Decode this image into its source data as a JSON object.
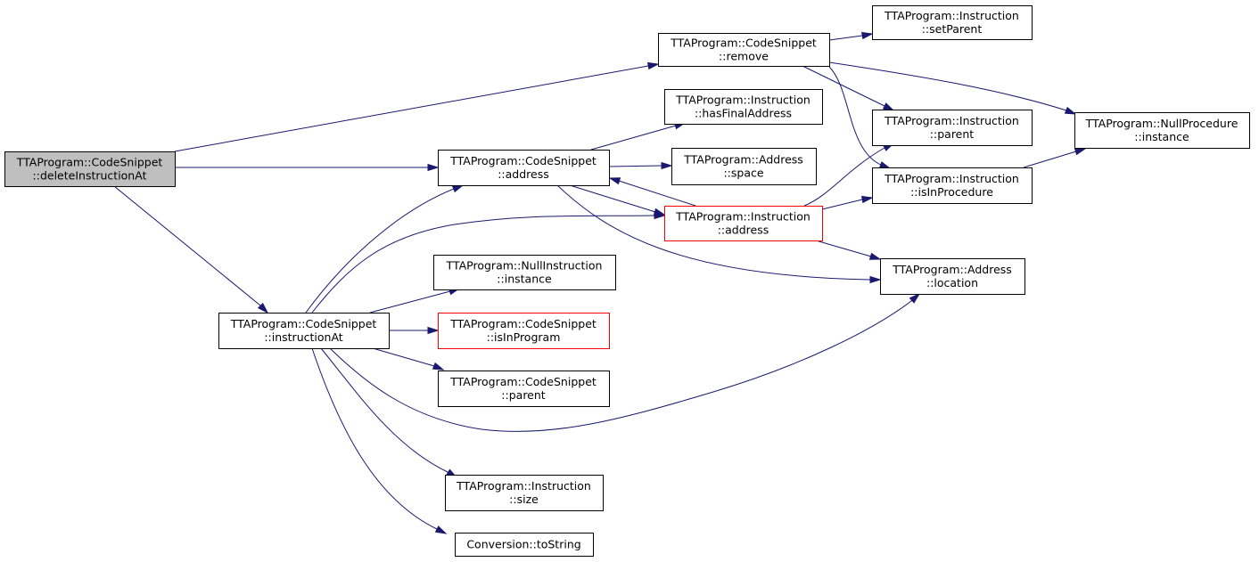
{
  "colors": {
    "edge": "#191970",
    "border": "#000000",
    "border_highlight": "#ff0000",
    "root_fill": "#bfbfbf",
    "node_fill": "#ffffff"
  },
  "nodes": [
    {
      "id": "deleteInstructionAt",
      "line1": "TTAProgram::CodeSnippet",
      "line2": "::deleteInstructionAt",
      "style": "root"
    },
    {
      "id": "cs_remove",
      "line1": "TTAProgram::CodeSnippet",
      "line2": "::remove",
      "style": "normal"
    },
    {
      "id": "cs_address",
      "line1": "TTAProgram::CodeSnippet",
      "line2": "::address",
      "style": "normal"
    },
    {
      "id": "cs_instructionAt",
      "line1": "TTAProgram::CodeSnippet",
      "line2": "::instructionAt",
      "style": "normal"
    },
    {
      "id": "instr_setParent",
      "line1": "TTAProgram::Instruction",
      "line2": "::setParent",
      "style": "normal"
    },
    {
      "id": "instr_hasFinalAddress",
      "line1": "TTAProgram::Instruction",
      "line2": "::hasFinalAddress",
      "style": "normal"
    },
    {
      "id": "instr_parent",
      "line1": "TTAProgram::Instruction",
      "line2": "::parent",
      "style": "normal"
    },
    {
      "id": "nullproc_instance",
      "line1": "TTAProgram::NullProcedure",
      "line2": "::instance",
      "style": "normal"
    },
    {
      "id": "addr_space",
      "line1": "TTAProgram::Address",
      "line2": "::space",
      "style": "normal"
    },
    {
      "id": "instr_isInProcedure",
      "line1": "TTAProgram::Instruction",
      "line2": "::isInProcedure",
      "style": "normal"
    },
    {
      "id": "instr_address",
      "line1": "TTAProgram::Instruction",
      "line2": "::address",
      "style": "highlight"
    },
    {
      "id": "addr_location",
      "line1": "TTAProgram::Address",
      "line2": "::location",
      "style": "normal"
    },
    {
      "id": "nullinstr_instance",
      "line1": "TTAProgram::NullInstruction",
      "line2": "::instance",
      "style": "normal"
    },
    {
      "id": "cs_isInProgram",
      "line1": "TTAProgram::CodeSnippet",
      "line2": "::isInProgram",
      "style": "highlight"
    },
    {
      "id": "cs_parent",
      "line1": "TTAProgram::CodeSnippet",
      "line2": "::parent",
      "style": "normal"
    },
    {
      "id": "instr_size",
      "line1": "TTAProgram::Instruction",
      "line2": "::size",
      "style": "normal"
    },
    {
      "id": "conv_toString",
      "line1": "Conversion::toString",
      "line2": "",
      "style": "normal"
    }
  ],
  "edges": [
    {
      "from": "deleteInstructionAt",
      "to": "cs_remove"
    },
    {
      "from": "deleteInstructionAt",
      "to": "cs_address"
    },
    {
      "from": "deleteInstructionAt",
      "to": "cs_instructionAt"
    },
    {
      "from": "cs_remove",
      "to": "instr_setParent"
    },
    {
      "from": "cs_remove",
      "to": "instr_parent"
    },
    {
      "from": "cs_remove",
      "to": "instr_isInProcedure"
    },
    {
      "from": "cs_remove",
      "to": "nullproc_instance"
    },
    {
      "from": "cs_address",
      "to": "instr_hasFinalAddress"
    },
    {
      "from": "cs_address",
      "to": "addr_space"
    },
    {
      "from": "cs_address",
      "to": "instr_address"
    },
    {
      "from": "cs_address",
      "to": "addr_location"
    },
    {
      "from": "instr_address",
      "to": "cs_address"
    },
    {
      "from": "instr_address",
      "to": "instr_parent"
    },
    {
      "from": "instr_address",
      "to": "instr_isInProcedure"
    },
    {
      "from": "instr_address",
      "to": "addr_location"
    },
    {
      "from": "instr_isInProcedure",
      "to": "nullproc_instance"
    },
    {
      "from": "cs_instructionAt",
      "to": "cs_address"
    },
    {
      "from": "cs_instructionAt",
      "to": "instr_address"
    },
    {
      "from": "cs_instructionAt",
      "to": "nullinstr_instance"
    },
    {
      "from": "cs_instructionAt",
      "to": "cs_isInProgram"
    },
    {
      "from": "cs_instructionAt",
      "to": "cs_parent"
    },
    {
      "from": "cs_instructionAt",
      "to": "addr_location"
    },
    {
      "from": "cs_instructionAt",
      "to": "instr_size"
    },
    {
      "from": "cs_instructionAt",
      "to": "conv_toString"
    }
  ]
}
